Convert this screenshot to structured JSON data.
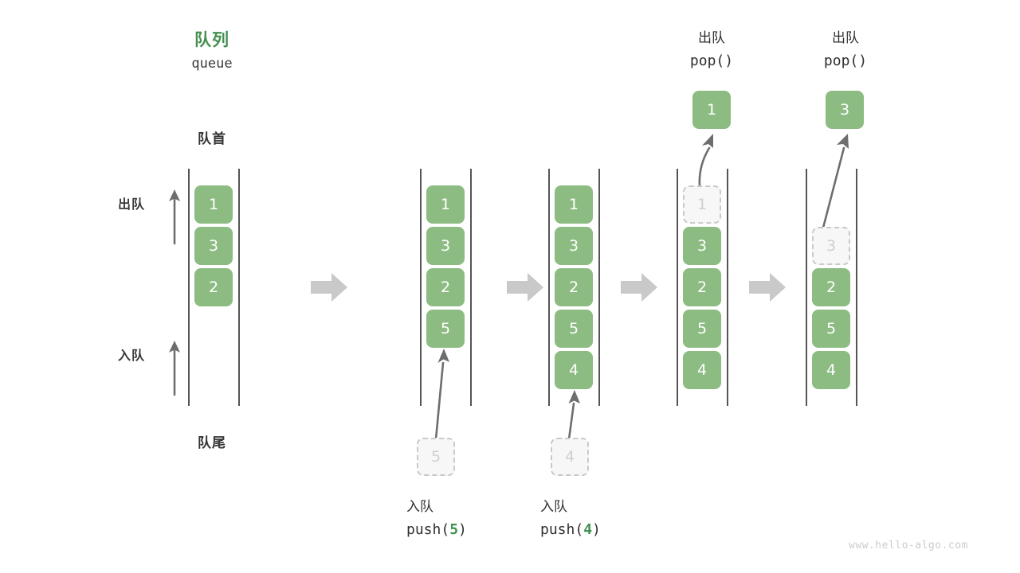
{
  "meta": {
    "watermark": "www.hello-algo.com",
    "colors": {
      "cell_green": "#8cbc82",
      "title_green": "#459050",
      "ghost_fill": "#f7f7f7",
      "ghost_border": "#c9c9c9",
      "rail": "#555555",
      "arrow_gray": "#6e6e6e",
      "step_arrow_gray": "#c9c9c9",
      "text_dark": "#333333"
    }
  },
  "header": {
    "title_cn": "队列",
    "title_en": "queue",
    "front_label": "队首",
    "rear_label": "队尾"
  },
  "side_ops": {
    "dequeue_label": "出队",
    "enqueue_label": "入队"
  },
  "columns": [
    {
      "id": "initial",
      "cells": [
        "1",
        "3",
        "2"
      ],
      "ghost_index": null,
      "caption_cn": "",
      "caption_code": "",
      "popped_value": null,
      "incoming_value": null
    },
    {
      "id": "push-5",
      "cells": [
        "1",
        "3",
        "2",
        "5"
      ],
      "ghost_index": null,
      "caption_cn": "入队",
      "caption_code_prefix": "push(",
      "caption_code_num": "5",
      "caption_code_suffix": ")",
      "popped_value": null,
      "incoming_value": "5"
    },
    {
      "id": "push-4",
      "cells": [
        "1",
        "3",
        "2",
        "5",
        "4"
      ],
      "ghost_index": null,
      "caption_cn": "入队",
      "caption_code_prefix": "push(",
      "caption_code_num": "4",
      "caption_code_suffix": ")",
      "popped_value": null,
      "incoming_value": "4"
    },
    {
      "id": "pop-1",
      "cells": [
        "1",
        "3",
        "2",
        "5",
        "4"
      ],
      "ghost_index": 0,
      "caption_cn": "出队",
      "caption_code_prefix": "pop(",
      "caption_code_num": "",
      "caption_code_suffix": ")",
      "popped_value": "1",
      "incoming_value": null
    },
    {
      "id": "pop-3",
      "cells": [
        "",
        "3",
        "2",
        "5",
        "4"
      ],
      "ghost_index": 1,
      "caption_cn": "出队",
      "caption_code_prefix": "pop(",
      "caption_code_num": "",
      "caption_code_suffix": ")",
      "popped_value": "3",
      "incoming_value": null
    }
  ],
  "step_arrows": [
    "step-arrow-1",
    "step-arrow-2",
    "step-arrow-3",
    "step-arrow-4"
  ]
}
